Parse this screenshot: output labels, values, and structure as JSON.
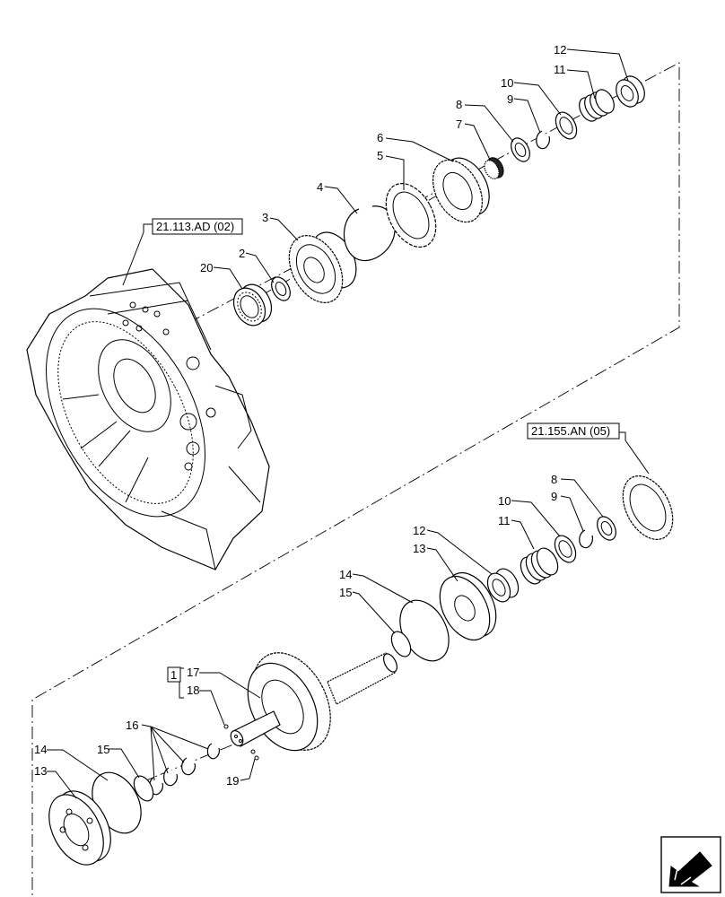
{
  "references": {
    "housing": "21.113.AD (02)",
    "clutch_pack": "21.155.AN (05)"
  },
  "group_box_label": "1",
  "callouts": {
    "c2": "2",
    "c3": "3",
    "c4": "4",
    "c5": "5",
    "c6": "6",
    "c7": "7",
    "c8a": "8",
    "c9a": "9",
    "c10a": "10",
    "c11a": "11",
    "c12a": "12",
    "c20": "20",
    "c8b": "8",
    "c9b": "9",
    "c10b": "10",
    "c11b": "11",
    "c12b": "12",
    "c13a": "13",
    "c14a": "14",
    "c15a": "15",
    "c17": "17",
    "c18": "18",
    "c19": "19",
    "c16": "16",
    "c13b": "13",
    "c14b": "14",
    "c15b": "15"
  },
  "icons": {
    "navigation": "next-page-arrow-icon"
  }
}
